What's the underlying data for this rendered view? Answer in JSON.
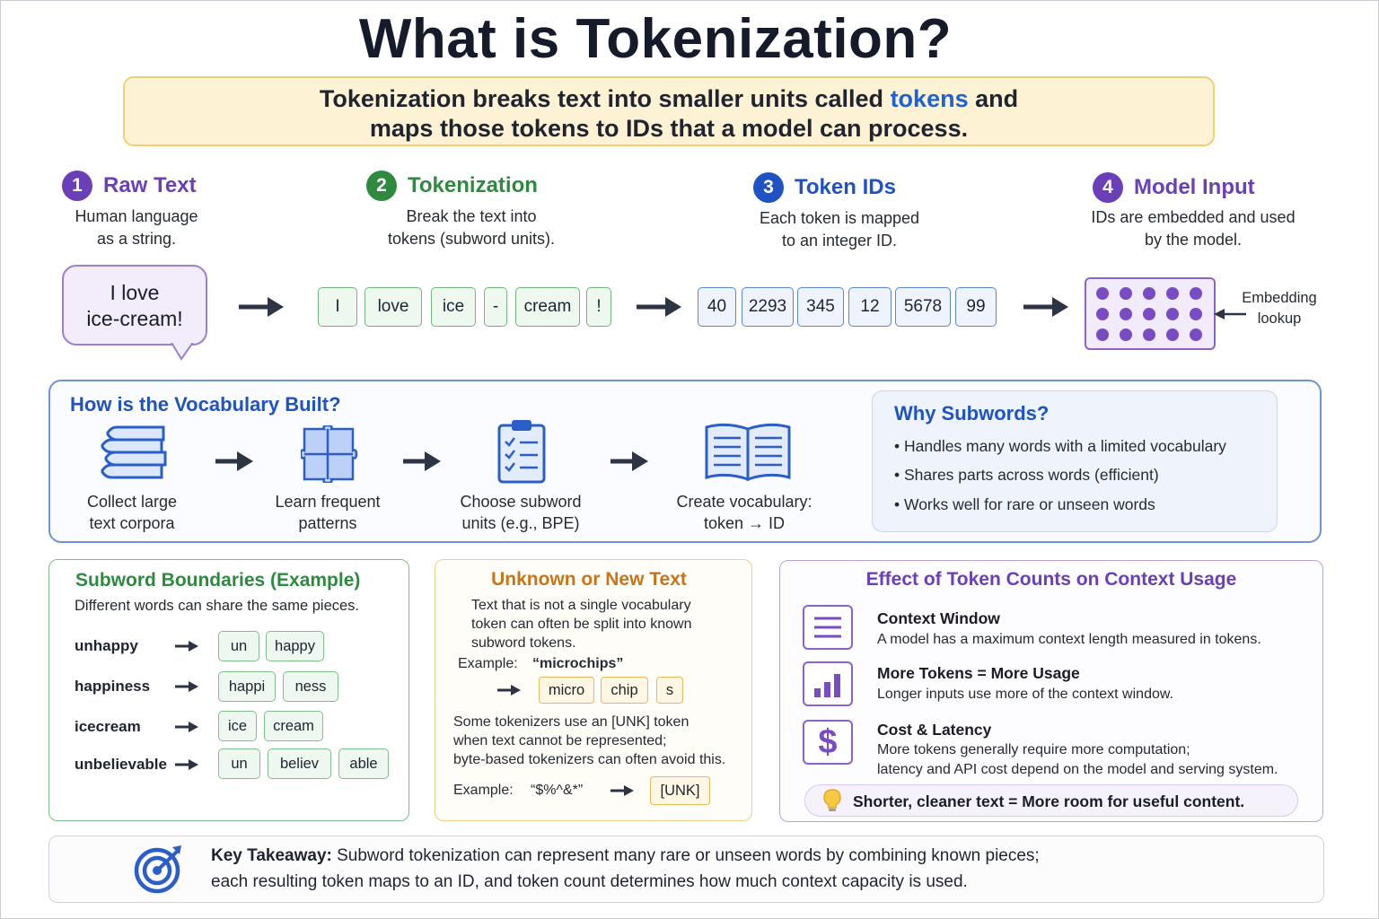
{
  "title": "What is Tokenization?",
  "banner": {
    "line1_before": "Tokenization breaks text into smaller units called ",
    "line1_highlight": "tokens",
    "line1_after": " and",
    "line2": "maps those tokens to IDs that a model can process."
  },
  "steps": [
    {
      "num": "1",
      "title": "Raw Text",
      "desc1": "Human language",
      "desc2": "as a string.",
      "color": "#6b3fb8"
    },
    {
      "num": "2",
      "title": "Tokenization",
      "desc1": "Break the text into",
      "desc2": "tokens (subword units).",
      "color": "#2e8a3e"
    },
    {
      "num": "3",
      "title": "Token IDs",
      "desc1": "Each token is mapped",
      "desc2": "to an integer ID.",
      "color": "#1f52c2"
    },
    {
      "num": "4",
      "title": "Model Input",
      "desc1": "IDs are embedded and used",
      "desc2": "by the model.",
      "color": "#6b3fb8"
    }
  ],
  "raw_text": {
    "line1": "I love",
    "line2": "ice-cream!"
  },
  "tokens": [
    "I",
    "love",
    "ice",
    "-",
    "cream",
    "!"
  ],
  "token_ids": [
    "40",
    "2293",
    "345",
    "12",
    "5678",
    "99"
  ],
  "embedding_label": {
    "line1": "Embedding",
    "line2": "lookup"
  },
  "vocab": {
    "title": "How is the Vocabulary Built?",
    "steps": [
      {
        "line1": "Collect large",
        "line2": "text corpora",
        "icon": "books-icon"
      },
      {
        "line1": "Learn frequent",
        "line2": "patterns",
        "icon": "puzzle-icon"
      },
      {
        "line1": "Choose subword",
        "line2": "units (e.g., BPE)",
        "icon": "checklist-icon"
      },
      {
        "line1": "Create vocabulary:",
        "line2": "token → ID",
        "icon": "open-book-icon"
      }
    ]
  },
  "why": {
    "title": "Why Subwords?",
    "items": [
      "• Handles many words with a limited vocabulary",
      "• Shares parts across words (efficient)",
      "• Works well for rare or unseen words"
    ]
  },
  "subword": {
    "title": "Subword Boundaries (Example)",
    "subtitle": "Different words can share the same pieces.",
    "rows": [
      {
        "word": "unhappy",
        "pieces": [
          "un",
          "happy"
        ]
      },
      {
        "word": "happiness",
        "pieces": [
          "happi",
          "ness"
        ]
      },
      {
        "word": "icecream",
        "pieces": [
          "ice",
          "cream"
        ]
      },
      {
        "word": "unbelievable",
        "pieces": [
          "un",
          "believ",
          "able"
        ]
      }
    ]
  },
  "unknown": {
    "title": "Unknown or New Text",
    "desc1": "Text that is not a single vocabulary",
    "desc2": "token can often be split into known",
    "desc3": "subword tokens.",
    "example_label": "Example:",
    "example_word": "“microchips”",
    "pieces": [
      "micro",
      "chip",
      "s"
    ],
    "note1": "Some tokenizers use an [UNK] token",
    "note2": "when text cannot be represented;",
    "note3": "byte-based tokenizers can often avoid this.",
    "example2_label": "Example:",
    "example2_text": "“$%^&*”",
    "unk": "[UNK]"
  },
  "context": {
    "title": "Effect of Token Counts on Context Usage",
    "items": [
      {
        "heading": "Context Window",
        "text1": "A model has a maximum context length measured in tokens.",
        "text2": "",
        "icon": "list-lines-icon"
      },
      {
        "heading": "More Tokens = More Usage",
        "text1": "Longer inputs use more of the context window.",
        "text2": "",
        "icon": "bar-chart-icon"
      },
      {
        "heading": "Cost & Latency",
        "text1": "More tokens generally require more computation;",
        "text2": "latency and API cost depend on the model and serving system.",
        "icon": "dollar-icon"
      }
    ],
    "tip": "Shorter, cleaner text = More room for useful content."
  },
  "takeaway": {
    "label": "Key Takeaway:",
    "line1": " Subword tokenization can represent many rare or unseen words by combining known pieces;",
    "line2": "each resulting token maps to an ID, and token count determines how much context capacity is used."
  },
  "colors": {
    "purple": "#6b3fb8",
    "green": "#2e8a3e",
    "blue": "#1f52c2",
    "orange": "#c8741a"
  }
}
